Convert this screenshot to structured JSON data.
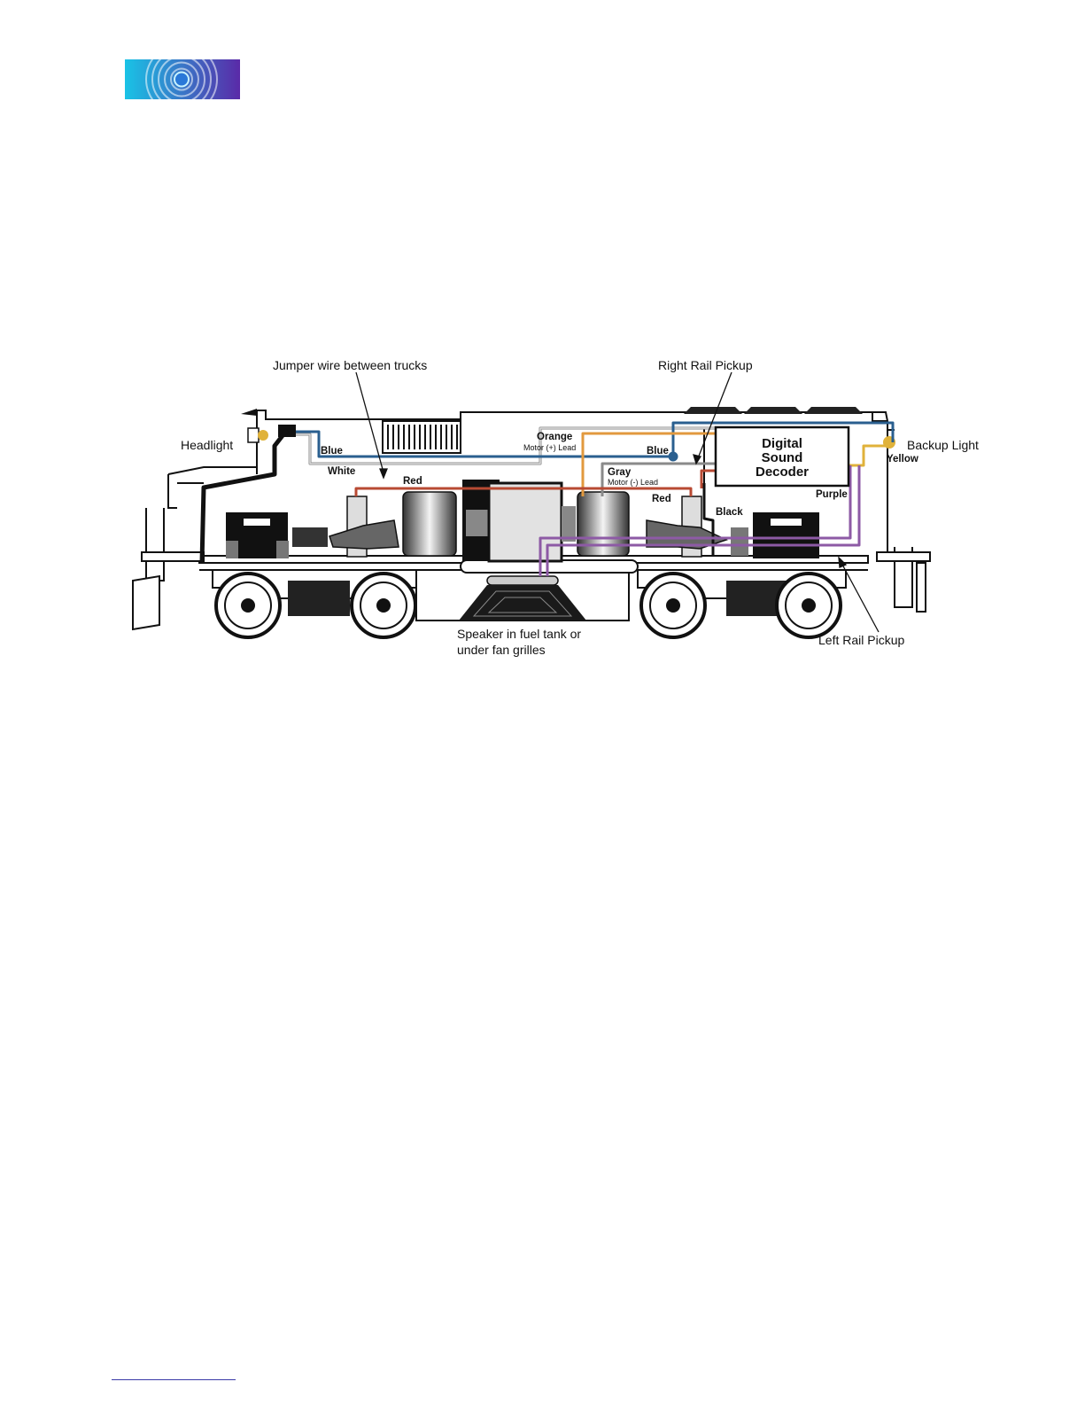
{
  "colors": {
    "blue": "#2a5f8f",
    "white": "#dcdcdc",
    "red": "#b84a33",
    "orange": "#e2993e",
    "gray": "#8a8a8a",
    "purple": "#8d5aa5",
    "yellow": "#e0b23a",
    "black": "#111111",
    "logo_start": "#19c3e6",
    "logo_end": "#5a2aa8"
  },
  "logo": {
    "icon": "sound-wave-logo-icon"
  },
  "diagram": {
    "callouts": {
      "jumper": "Jumper wire between trucks",
      "right_rail": "Right Rail Pickup",
      "headlight": "Headlight",
      "backup_light": "Backup Light",
      "speaker_line1": "Speaker in fuel tank or",
      "speaker_line2": "under fan grilles",
      "left_rail": "Left Rail Pickup"
    },
    "decoder": {
      "line1": "Digital",
      "line2": "Sound",
      "line3": "Decoder"
    },
    "wires": {
      "blue_left": "Blue",
      "white": "White",
      "red_left": "Red",
      "orange": "Orange",
      "motor_plus": "Motor (+) Lead",
      "blue_right": "Blue",
      "gray": "Gray",
      "motor_minus": "Motor (-) Lead",
      "red_right": "Red",
      "black": "Black",
      "purple": "Purple",
      "yellow": "Yellow"
    }
  }
}
